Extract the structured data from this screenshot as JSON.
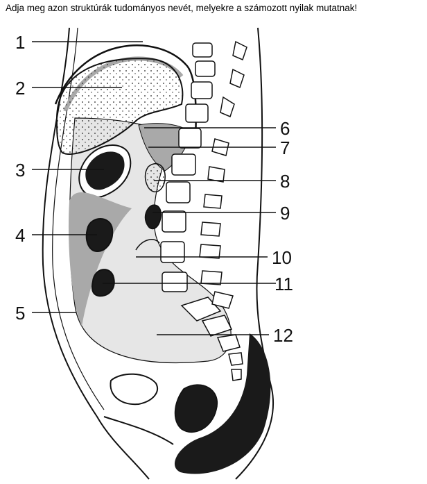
{
  "question": "Adja meg azon struktúrák tudományos nevét, melyekre a számozott nyilak mutatnak!",
  "labels": [
    "1",
    "2",
    "3",
    "4",
    "5",
    "6",
    "7",
    "8",
    "9",
    "10",
    "11",
    "12"
  ],
  "colors": {
    "stroke": "#111111",
    "peritoneum_gray": "#a9a9a9",
    "cavity_fill": "#e6e6e6",
    "bowel_dark": "#1a1a1a"
  }
}
